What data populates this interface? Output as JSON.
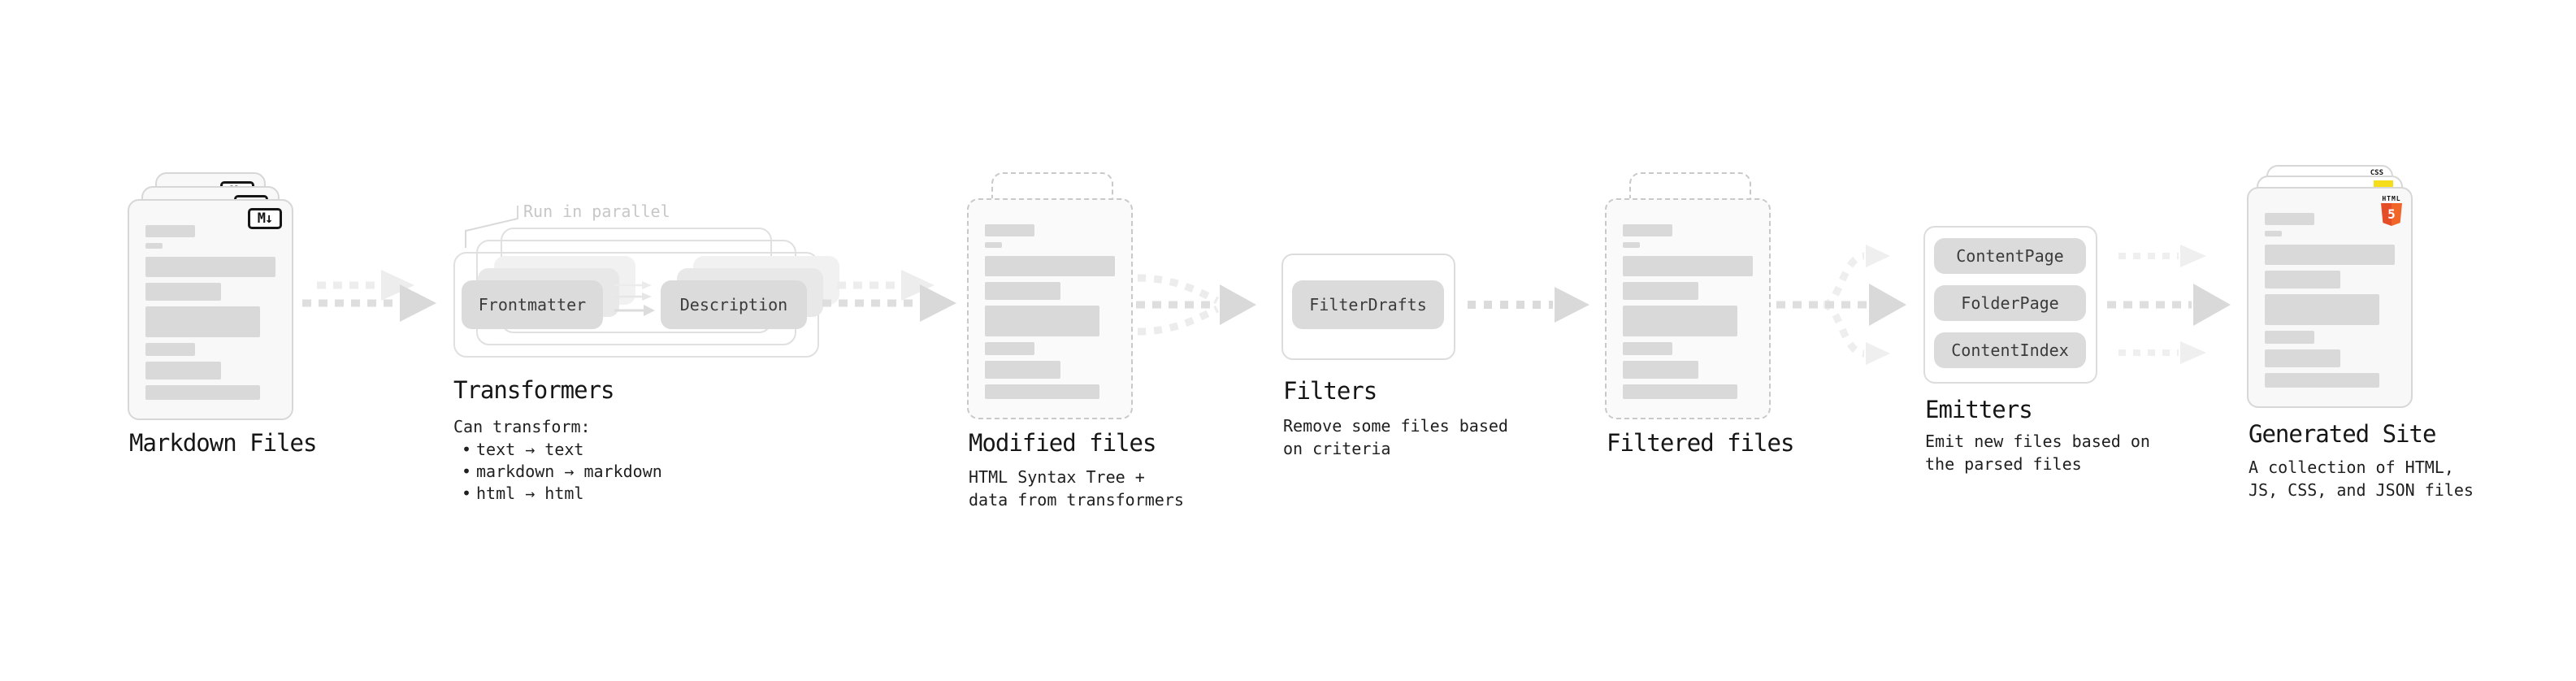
{
  "markdown_files": {
    "title": "Markdown Files",
    "badge": "M↓"
  },
  "transformers": {
    "note": "Run in parallel",
    "pill_left": "Frontmatter",
    "pill_right": "Description",
    "title": "Transformers",
    "desc_heading": "Can transform:",
    "bullet": "•",
    "items": [
      "text → text",
      "markdown → markdown",
      "html → html"
    ]
  },
  "modified_files": {
    "title": "Modified files",
    "desc": [
      "HTML Syntax Tree +",
      "data from transformers"
    ]
  },
  "filters": {
    "pill": "FilterDrafts",
    "title": "Filters",
    "desc": [
      "Remove some files based",
      "on criteria"
    ]
  },
  "filtered_files": {
    "title": "Filtered files"
  },
  "emitters": {
    "pills": [
      "ContentPage",
      "FolderPage",
      "ContentIndex"
    ],
    "title": "Emitters",
    "desc": [
      "Emit new files based on",
      "the parsed files"
    ]
  },
  "generated_site": {
    "title": "Generated Site",
    "desc": [
      "A collection of HTML,",
      "JS, CSS, and JSON files"
    ],
    "badge_css": "CSS",
    "badge_html_word": "HTML",
    "badge_html_num": "5"
  },
  "colors": {
    "html5_orange": "#e44d26",
    "js_yellow": "#f5de19",
    "css_blue": "#2c63ee",
    "arrow_gray": "#dadada",
    "arrow_light": "#ededed",
    "pill_gray": "#dbdbdb",
    "text_dark": "#161616",
    "note_gray": "#c7c7c7"
  }
}
